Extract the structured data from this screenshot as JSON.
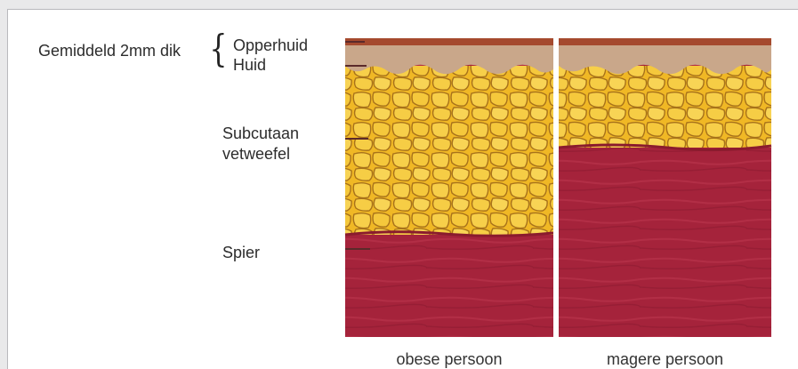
{
  "labels": {
    "thickness": "Gemiddeld 2mm dik",
    "epidermis": "Opperhuid",
    "skin": "Huid",
    "subcutaneous_line1": "Subcutaan",
    "subcutaneous_line2": "vetweefel",
    "muscle": "Spier"
  },
  "captions": {
    "left": "obese persoon",
    "right": "magere persoon"
  },
  "colors": {
    "epidermis": "#a54a2e",
    "skin": "#c9a78a",
    "fat": "#f0b825",
    "fat_outline": "#a8721a",
    "muscle": "#a5233b"
  }
}
